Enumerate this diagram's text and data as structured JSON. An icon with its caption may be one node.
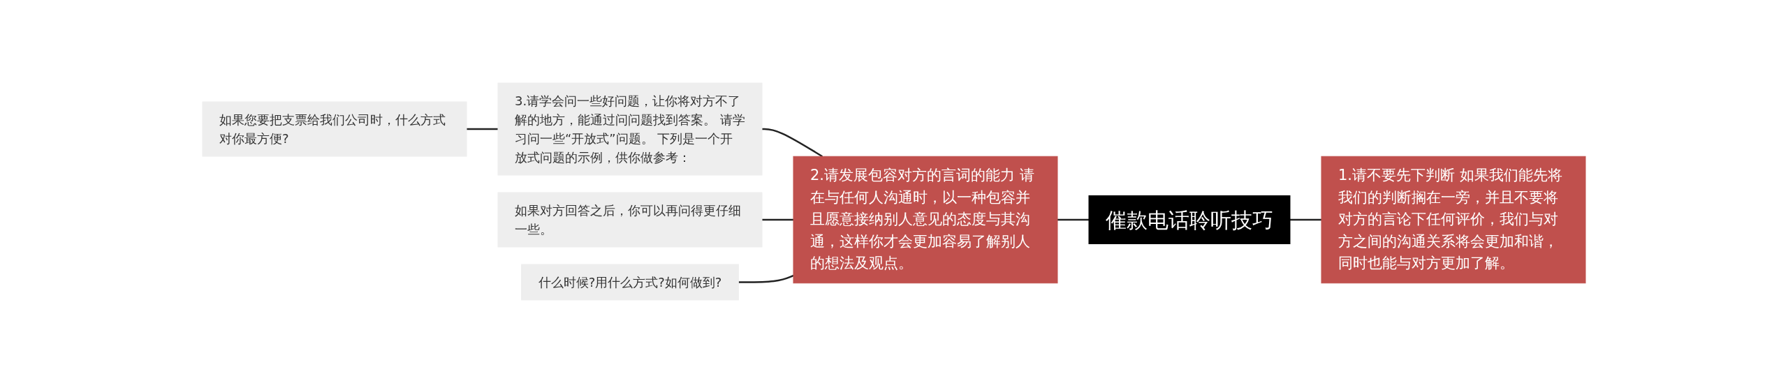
{
  "diagram": {
    "nodes": [
      {
        "text": [
          "催款电话聆听技巧"
        ]
      },
      {
        "text": [
          "1.请不要先下判断 如果我们能先将我们的判断搁在一旁，并且不要将对方的言论下任何评价，我们与对方之间的沟通关系将会更加和谐，同时也能与对方更加了解。"
        ]
      },
      {
        "text": [
          "2.请发展包容对方的言词的能力 请在与任何人沟通时，以一种包容并且愿意接纳别人意见的态度与其沟通，这样你才会更加容易了解别人的想法及观点。"
        ]
      },
      {
        "text": [
          "3.请学会问一些好问题，让你将对方不了解的地方，能通过问问题找到答案。 请学习问一些“开放式”问题。 下列是一个开放式问题的示例，供你做参考："
        ]
      },
      {
        "text": [
          "如果对方回答之后，你可以再问得更仔细一些。"
        ]
      },
      {
        "text": [
          "什么时候?用什么方式?如何做到?"
        ]
      },
      {
        "text": [
          "如果您要把支票给我们公司时，什么方式对你最方便?"
        ]
      }
    ],
    "edges": [
      {
        "from": 1,
        "to": 0,
        "arrow": "none"
      },
      {
        "from": 0,
        "to": 2,
        "arrow": "none"
      },
      {
        "from": 2,
        "to": 3,
        "arrow": "none"
      },
      {
        "from": 2,
        "to": 4,
        "arrow": "none"
      },
      {
        "from": 2,
        "to": 5,
        "arrow": "none"
      },
      {
        "from": 3,
        "to": 6,
        "arrow": "none"
      }
    ]
  }
}
